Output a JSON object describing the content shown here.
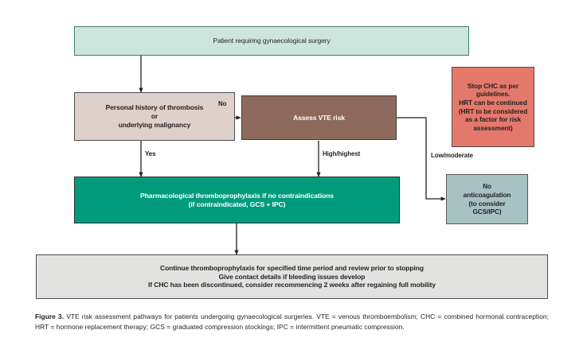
{
  "figure": {
    "label": "Figure 3.",
    "caption": " VTE risk assessment pathways for patients undergoing gynaecological surgeries. VTE = venous thromboembolism; CHC = combined hormonal contraception; HRT = hormone replacement therapy; GCS = graduated compression stockings; IPC = intermittent pneumatic compression."
  },
  "flowchart": {
    "type": "flowchart",
    "nodes": [
      {
        "id": "start",
        "label": "Patient requiring gynaecological surgery",
        "style": "mint",
        "fill": "#cde6dd",
        "border": "#3f7d70"
      },
      {
        "id": "history",
        "label": "Personal history of thrombosis\nor\nunderlying malignancy",
        "style": "beige",
        "fill": "#ded0ca",
        "border": "#4d4d4d"
      },
      {
        "id": "assess",
        "label": "Assess VTE risk",
        "style": "brown",
        "fill": "#8d6a5c",
        "border": "#3c3c3c"
      },
      {
        "id": "chc",
        "label": "Stop CHC as per guidelines.\nHRT can be continued (HRT to be considered as a factor for risk assessment)",
        "style": "salmon",
        "fill": "#e4796b",
        "border": "#4d4d4d"
      },
      {
        "id": "prophylaxis",
        "label": "Pharmacological thromboprophylaxis if no contraindications\n(if contraindicated, GCS + IPC)",
        "style": "teal",
        "fill": "#009b7d",
        "border": "#2e2e2e"
      },
      {
        "id": "noanticoag",
        "label": "No\nanticoagulation\n(to consider\nGCS/IPC)",
        "style": "bluegray",
        "fill": "#a8c2c4",
        "border": "#595959"
      },
      {
        "id": "continue",
        "label": "Continue thromboprophylaxis for specified time period and review prior to stopping\nGive contact details if bleeding issues develop\nIf CHC has been discontinued, consider recommencing 2 weeks after regaining full mobility",
        "style": "gray",
        "fill": "#e2e3e1",
        "border": "#4d4d4d"
      }
    ],
    "edges": [
      {
        "id": "start-history",
        "from": "start",
        "to": "history",
        "label": ""
      },
      {
        "id": "history-assess",
        "from": "history",
        "to": "assess",
        "label": "No"
      },
      {
        "id": "history-prophylaxis",
        "from": "history",
        "to": "prophylaxis",
        "label": "Yes"
      },
      {
        "id": "assess-prophylaxis",
        "from": "assess",
        "to": "prophylaxis",
        "label": "High/highest"
      },
      {
        "id": "assess-noanticoag",
        "from": "assess",
        "to": "noanticoag",
        "label": "Low/moderate"
      },
      {
        "id": "prophylaxis-continue",
        "from": "prophylaxis",
        "to": "continue",
        "label": ""
      }
    ]
  }
}
